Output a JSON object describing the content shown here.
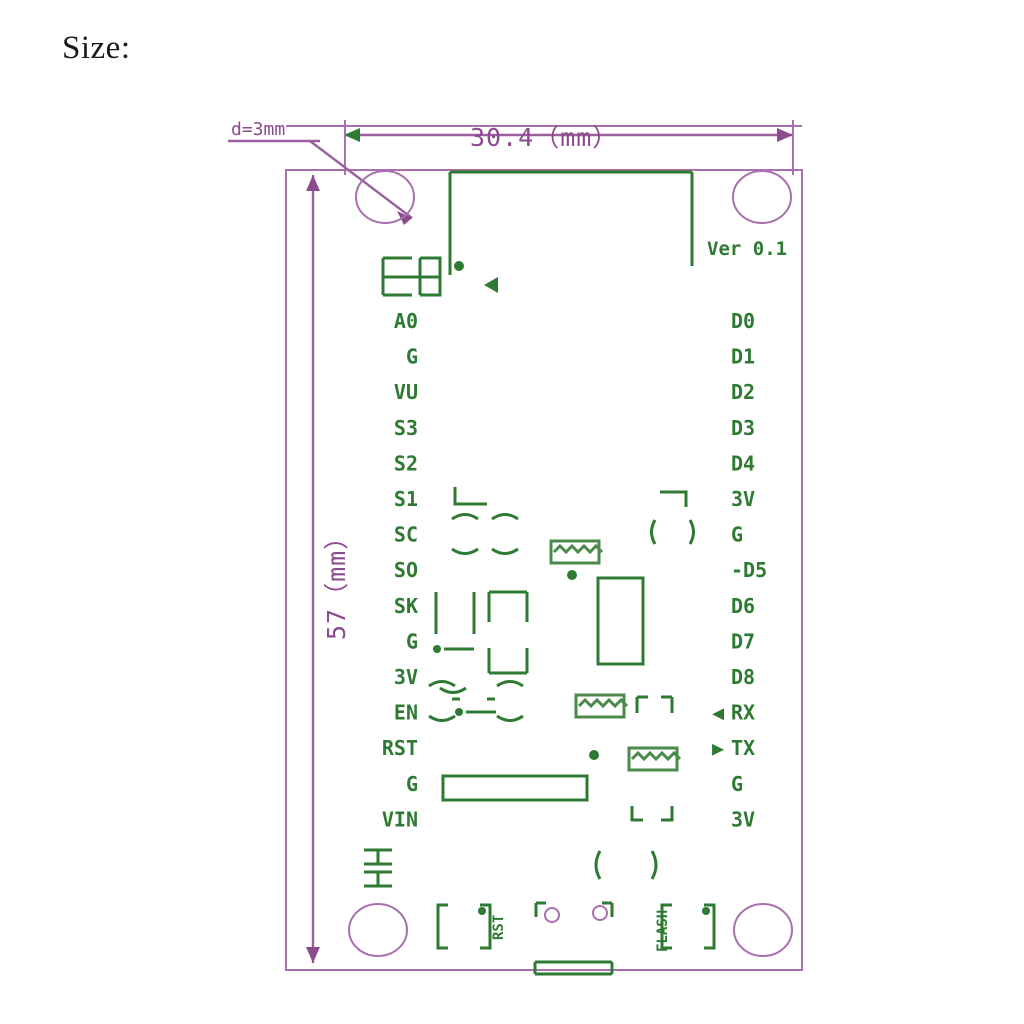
{
  "page": {
    "heading": "Size:",
    "background": "#ffffff",
    "silkscreen_color": "#2f7a33",
    "dimension_color": "#8b4a8b"
  },
  "dimensions": {
    "width_label": "30.4（mm）",
    "height_label": "57（mm）",
    "hole_label": "d=3mm"
  },
  "board": {
    "version_label": "Ver 0.1",
    "left_pins": [
      "A0",
      "G",
      "VU",
      "S3",
      "S2",
      "S1",
      "SC",
      "SO",
      "SK",
      "G",
      "3V",
      "EN",
      "RST",
      "G",
      "VIN"
    ],
    "right_pins": [
      "D0",
      "D1",
      "D2",
      "D3",
      "D4",
      "3V",
      "G",
      "-D5",
      "D6",
      "D7",
      "D8",
      "RX",
      "TX",
      "G",
      "3V"
    ],
    "right_pin_markers": [
      "",
      "",
      "",
      "",
      "",
      "",
      "",
      "",
      "",
      "",
      "",
      "◀",
      "▶",
      "",
      ""
    ],
    "buttons": [
      {
        "name": "RST"
      },
      {
        "name": "FLASH"
      }
    ],
    "mounting_holes": 4,
    "usb_marker": "◀"
  }
}
